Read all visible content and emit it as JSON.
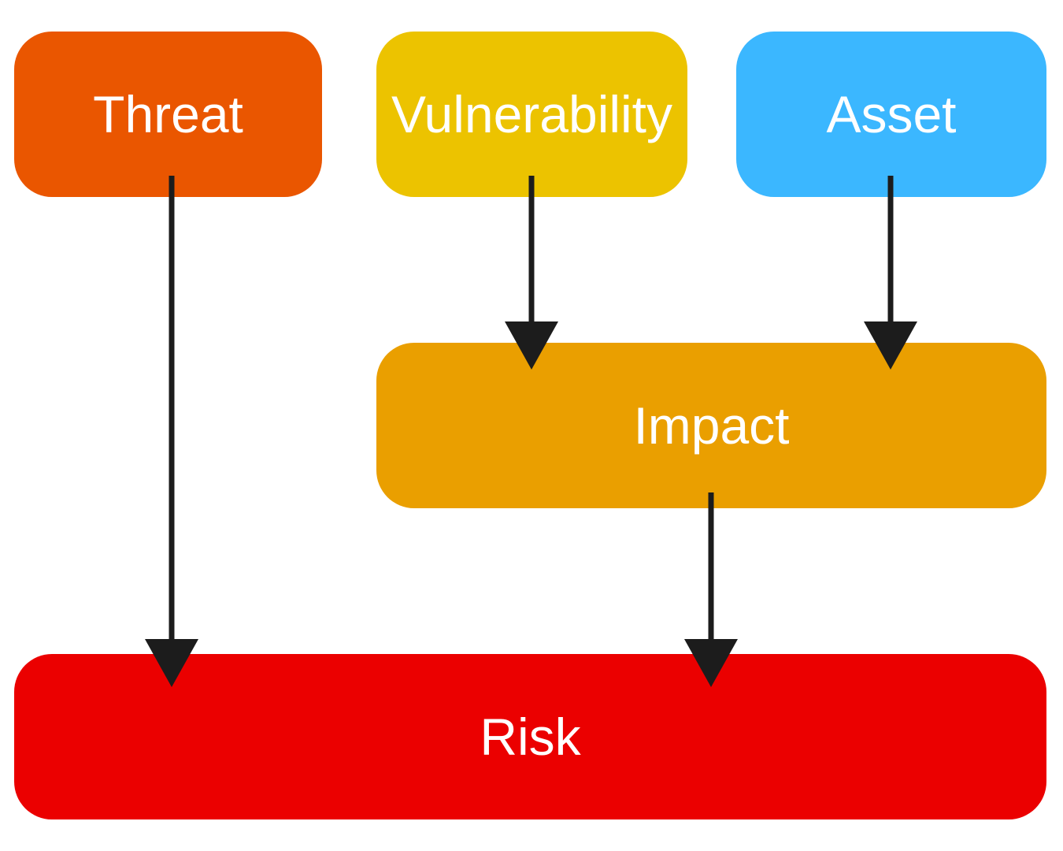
{
  "nodes": {
    "threat": {
      "label": "Threat",
      "color": "#EA5600"
    },
    "vulnerability": {
      "label": "Vulnerability",
      "color": "#ECC300"
    },
    "asset": {
      "label": "Asset",
      "color": "#3BB7FF"
    },
    "impact": {
      "label": "Impact",
      "color": "#EA9F00"
    },
    "risk": {
      "label": "Risk",
      "color": "#EB0000"
    }
  },
  "edges": [
    {
      "from": "threat",
      "to": "risk"
    },
    {
      "from": "vulnerability",
      "to": "impact"
    },
    {
      "from": "asset",
      "to": "impact"
    },
    {
      "from": "impact",
      "to": "risk"
    }
  ],
  "edge_color": "#1C1C1C"
}
